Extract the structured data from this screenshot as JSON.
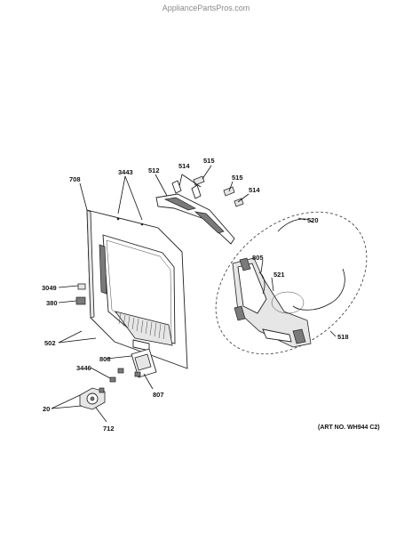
{
  "watermark": "AppliancePartsPros.com",
  "art_number": "(ART NO. WH944 C2)",
  "callouts": {
    "c708": "708",
    "c3443": "3443",
    "c512": "512",
    "c514a": "514",
    "c515a": "515",
    "c515b": "515",
    "c514b": "514",
    "c520": "520",
    "c805": "805",
    "c521": "521",
    "c518": "518",
    "c3049": "3049",
    "c380": "380",
    "c502": "502",
    "c808": "808",
    "c3446": "3446",
    "c807": "807",
    "c20": "20",
    "c712": "712"
  }
}
